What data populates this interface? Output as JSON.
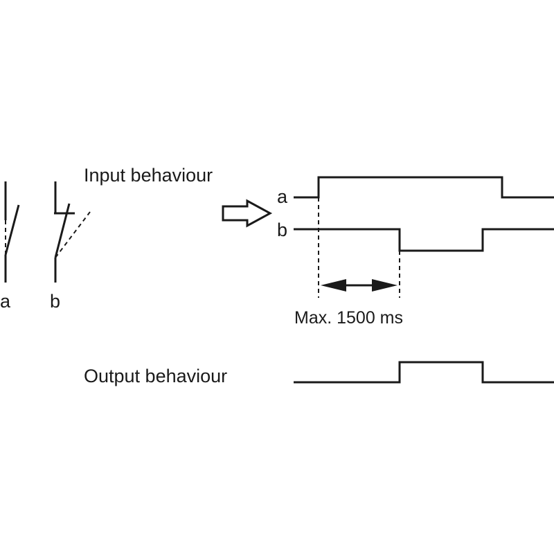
{
  "labels": {
    "input_behaviour": "Input behaviour",
    "output_behaviour": "Output behaviour",
    "contact_a": "a",
    "contact_b": "b",
    "signal_a": "a",
    "signal_b": "b",
    "time_limit": "Max. 1500 ms"
  }
}
